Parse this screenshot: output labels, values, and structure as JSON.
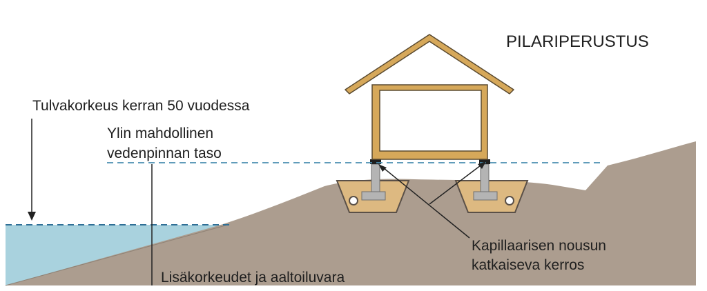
{
  "diagram": {
    "title": "PILARIPERUSTUS",
    "labels": {
      "flood_level": "Tulvakorkeus kerran 50 vuodessa",
      "max_water_line1": "Ylin mahdollinen",
      "max_water_line2": "vedenpinnan taso",
      "extra_height": "Lisäkorkeudet ja aaltoiluvara",
      "capillary_line1": "Kapillaarisen nousun",
      "capillary_line2": "katkaiseva kerros"
    },
    "colors": {
      "ground": "#ac9d8f",
      "water": "#a9d2de",
      "dashed_line": "#4a8fb0",
      "house_frame": "#d6a85a",
      "gravel": "#ddb981",
      "pillar": "#b4b4b4"
    }
  }
}
